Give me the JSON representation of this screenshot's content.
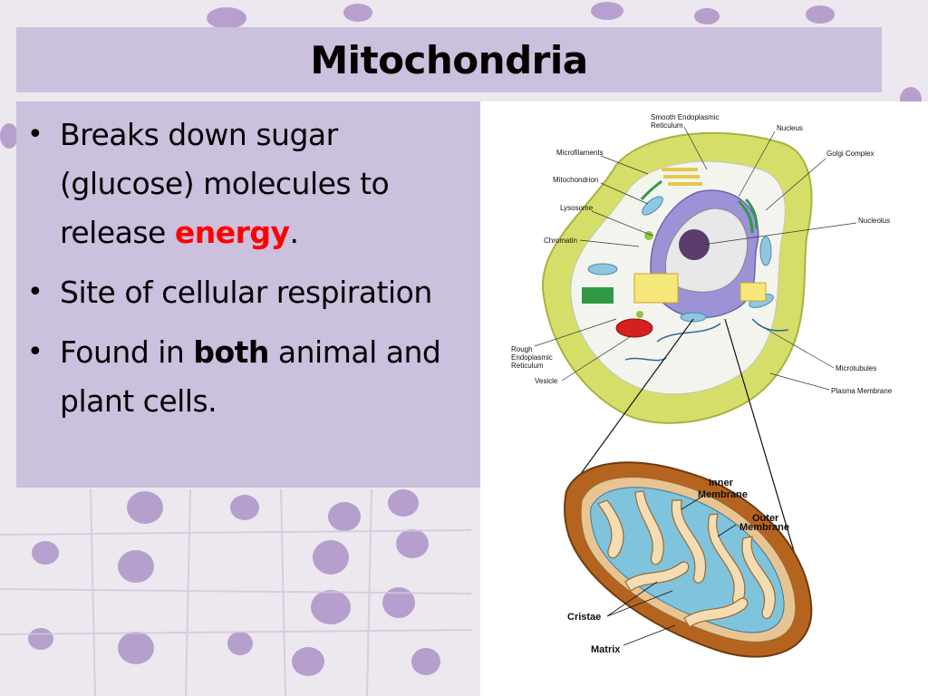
{
  "slide": {
    "title": "Mitochondria",
    "bullets": [
      {
        "parts": [
          "Breaks down sugar (glucose) molecules to release ",
          "energy",
          "."
        ]
      },
      {
        "parts": [
          "Site of cellular respiration"
        ]
      },
      {
        "parts": [
          "Found in ",
          "both",
          " animal and plant cells."
        ]
      }
    ]
  },
  "cell_diagram": {
    "labels": {
      "smooth_er": "Smooth Endoplasmic",
      "smooth_er_2": "Reticulum",
      "nucleus": "Nucleus",
      "microfilaments": "Microfilaments",
      "golgi": "Golgi Complex",
      "mitochondrion": "Mitochondrion",
      "lysosome": "Lysosome",
      "nucleolus": "Nucleolus",
      "chromatin": "Chromatin",
      "rough_er": "Rough",
      "rough_er_2": "Endoplasmic",
      "rough_er_3": "Reticulum",
      "vesicle": "Vesicle",
      "microtubules": "Microtubules",
      "plasma_membrane": "Plasma Membrane"
    }
  },
  "mito_diagram": {
    "labels": {
      "inner": "Inner",
      "inner_2": "Membrane",
      "outer": "Outer",
      "outer_2": "Membrane",
      "cristae": "Cristae",
      "matrix": "Matrix"
    }
  },
  "colors": {
    "panel": "#cbc0dd",
    "highlight": "#ff0000",
    "cytoplasm": "#d6de6a",
    "nucleus": "#9b93d6",
    "matrix": "#7fc3dd",
    "outer_membrane": "#b5641f"
  }
}
